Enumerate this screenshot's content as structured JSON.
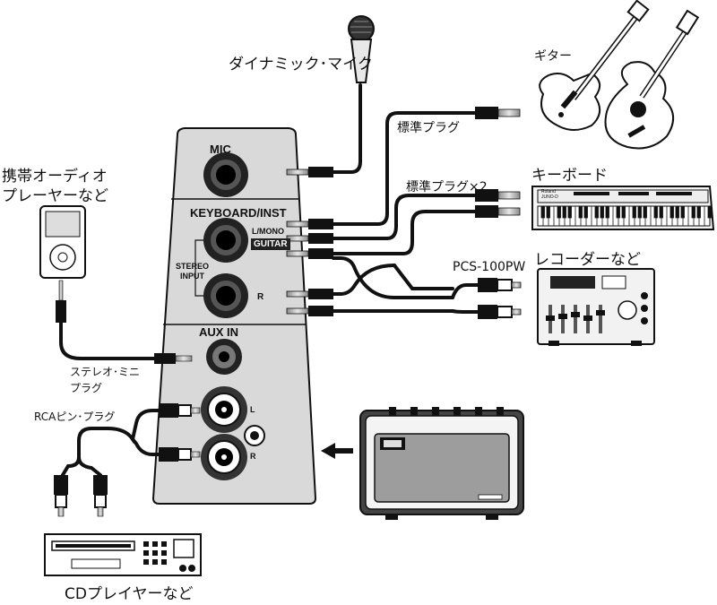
{
  "devices": {
    "dynamic_mic": "ダイナミック･マイク",
    "guitar": "ギター",
    "portable_audio": "携帯オーディオ\nプレーヤーなど",
    "keyboard": "キーボード",
    "recorder": "レコーダーなど",
    "cd_player": "CDプレイヤーなど"
  },
  "cables": {
    "standard_plug": "標準プラグ",
    "standard_plug_x2": "標準プラグ×2",
    "pcs_100pw": "PCS-100PW",
    "stereo_mini_plug": "ステレオ･ミニ\nプラグ",
    "rca_pin_plug": "RCAピン･プラグ"
  },
  "panel": {
    "mic": "MIC",
    "keyboard_inst": "KEYBOARD/INST",
    "l_mono": "L/MONO",
    "guitar": "GUITAR",
    "stereo_input": "STEREO\nINPUT",
    "r": "R",
    "aux_in": "AUX IN",
    "l_rca": "L",
    "r_rca": "R"
  },
  "keyboard_brand": "Roland\nJUNO-D"
}
